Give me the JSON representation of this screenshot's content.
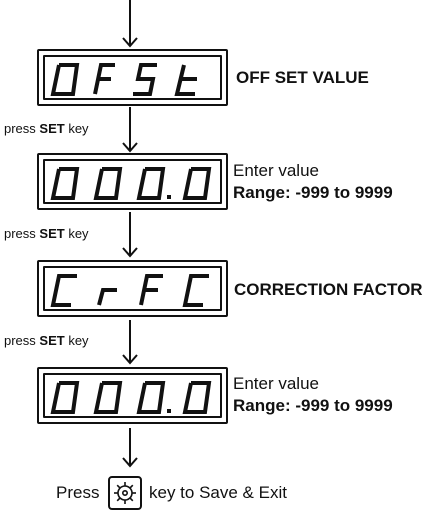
{
  "steps": [
    {
      "display": "OFSt",
      "label": "OFF SET VALUE"
    },
    {
      "display": "000.0",
      "enter": "Enter value",
      "range": "Range: -999 to 9999"
    },
    {
      "display": "CrFC",
      "label": "CORRECTION FACTOR"
    },
    {
      "display": "000.0",
      "enter": "Enter value",
      "range": "Range: -999 to 9999"
    }
  ],
  "press_set": {
    "prefix": "press ",
    "key": "SET",
    "suffix": " key"
  },
  "footer": {
    "prefix": "Press",
    "suffix": "key to Save & Exit",
    "key_icon": "gear-icon"
  },
  "colors": {
    "ink": "#111111",
    "background": "#ffffff"
  }
}
